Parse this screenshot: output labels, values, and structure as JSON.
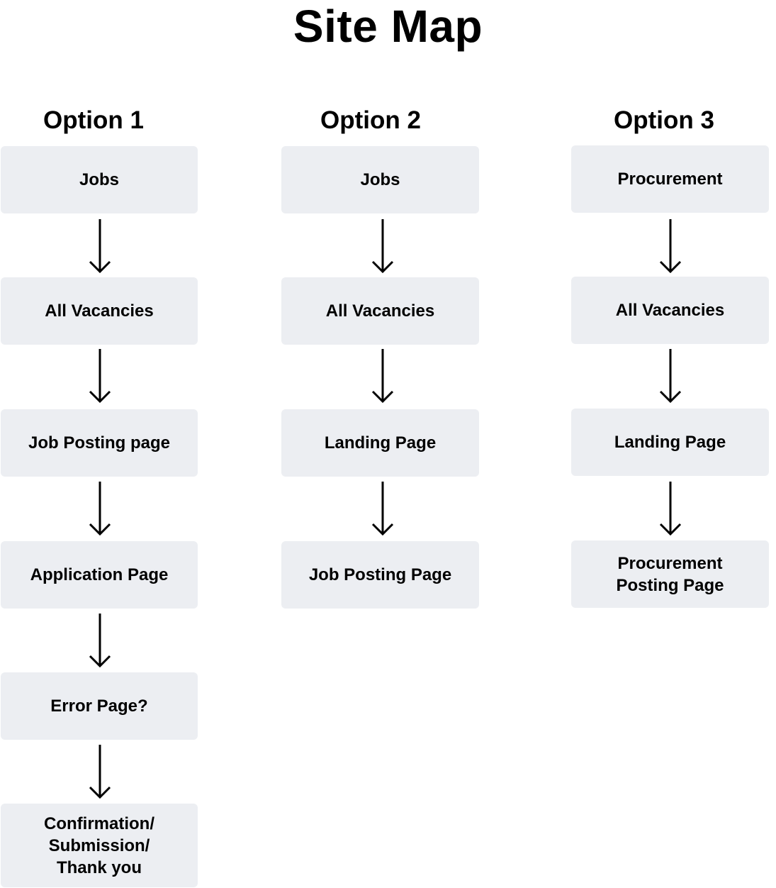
{
  "title": "Site Map",
  "options": [
    {
      "heading": "Option 1",
      "nodes": [
        "Jobs",
        "All Vacancies",
        "Job Posting page",
        "Application Page",
        "Error Page?",
        "Confirmation/\nSubmission/\nThank you"
      ]
    },
    {
      "heading": "Option 2",
      "nodes": [
        "Jobs",
        "All Vacancies",
        "Landing Page",
        "Job Posting Page"
      ]
    },
    {
      "heading": "Option 3",
      "nodes": [
        "Procurement",
        "All Vacancies",
        "Landing Page",
        "Procurement\nPosting Page"
      ]
    }
  ],
  "colors": {
    "node_fill": "#eceef2",
    "text": "#000000",
    "arrow": "#000000"
  },
  "icons": {
    "connector": "arrow-down-icon"
  }
}
